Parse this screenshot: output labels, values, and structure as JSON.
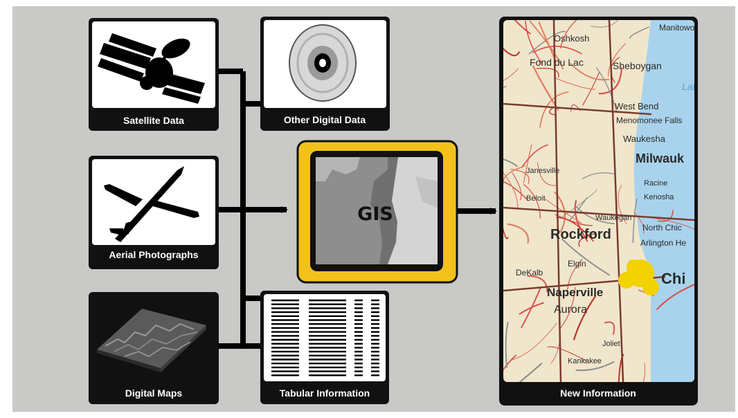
{
  "diagram": {
    "inputs": {
      "satellite": {
        "label": "Satellite Data",
        "icon": "satellite-icon"
      },
      "other_digital": {
        "label": "Other Digital Data",
        "icon": "disc-icon"
      },
      "aerial": {
        "label": "Aerial Photographs",
        "icon": "airplane-icon"
      },
      "digital_maps": {
        "label": "Digital Maps",
        "icon": "terrain-icon"
      },
      "tabular": {
        "label": "Tabular Information",
        "icon": "table-icon"
      }
    },
    "center": {
      "label": "GIS",
      "frame_color": "#f2c21a"
    },
    "output": {
      "label": "New Information",
      "map_labels": [
        "Manitowoc",
        "Oshkosh",
        "Fond du Lac",
        "Sheboygan",
        "West Bend",
        "Menomonee Falls",
        "Waukesha",
        "Milwauk",
        "Racine",
        "Kenosha",
        "Waukegan",
        "Rockford",
        "North Chic",
        "Arlington He",
        "Elgin",
        "DeKalb",
        "Naperville",
        "Aurora",
        "Chi",
        "Joliet",
        "Kankakee",
        "Janesville",
        "Beloit",
        "Lake"
      ]
    },
    "colors": {
      "background": "#c9c9c7",
      "label_bar": "#111111",
      "connector": "#000000",
      "lake": "#a9d3ec"
    }
  }
}
